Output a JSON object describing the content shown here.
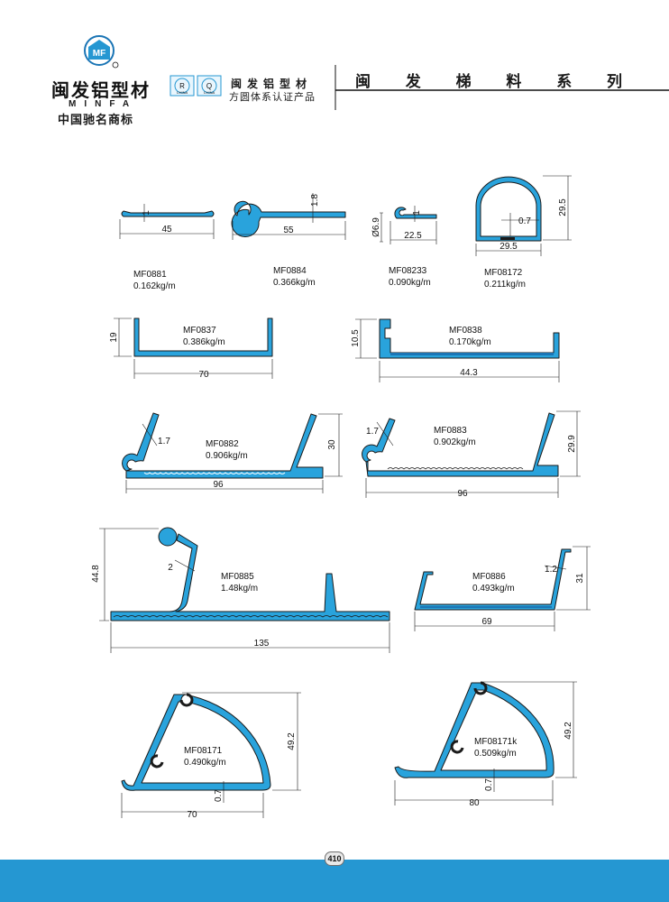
{
  "brand": {
    "name_cn": "闽发铝型材",
    "name_en": "MINFA",
    "tagline": "中国驰名商标",
    "logo_letters": "MF"
  },
  "certification": {
    "badge_r": "R",
    "badge_q": "Q",
    "badge_country": "CHINA",
    "name": "闽发铝型材",
    "text": "方圆体系认证产品"
  },
  "series_title": [
    "闽",
    "发",
    "梯",
    "料",
    "系",
    "列"
  ],
  "colors": {
    "profile_fill": "#29a3dc",
    "profile_stroke": "#1b1b1b",
    "band": "#2597d2"
  },
  "products": [
    {
      "code": "MF0881",
      "weight": "0.162kg/m",
      "dims": [
        "45",
        "1"
      ]
    },
    {
      "code": "MF0884",
      "weight": "0.366kg/m",
      "dims": [
        "55",
        "1.8"
      ]
    },
    {
      "code": "MF08233",
      "weight": "0.090kg/m",
      "dims": [
        "22.5",
        "Ø6.9",
        "1"
      ]
    },
    {
      "code": "MF08172",
      "weight": "0.211kg/m",
      "dims": [
        "29.5",
        "29.5",
        "0.7"
      ]
    },
    {
      "code": "MF0837",
      "weight": "0.386kg/m",
      "dims": [
        "70",
        "19"
      ]
    },
    {
      "code": "MF0838",
      "weight": "0.170kg/m",
      "dims": [
        "44.3",
        "10.5"
      ]
    },
    {
      "code": "MF0882",
      "weight": "0.906kg/m",
      "dims": [
        "96",
        "30",
        "1.7"
      ]
    },
    {
      "code": "MF0883",
      "weight": "0.902kg/m",
      "dims": [
        "96",
        "29.9",
        "1.7"
      ]
    },
    {
      "code": "MF0885",
      "weight": "1.48kg/m",
      "dims": [
        "135",
        "44.8",
        "2"
      ]
    },
    {
      "code": "MF0886",
      "weight": "0.493kg/m",
      "dims": [
        "69",
        "31",
        "1.2"
      ]
    },
    {
      "code": "MF08171",
      "weight": "0.490kg/m",
      "dims": [
        "70",
        "49.2",
        "0.7"
      ]
    },
    {
      "code": "MF08171k",
      "weight": "0.509kg/m",
      "dims": [
        "80",
        "49.2",
        "0.7"
      ]
    }
  ],
  "page_number": "410"
}
